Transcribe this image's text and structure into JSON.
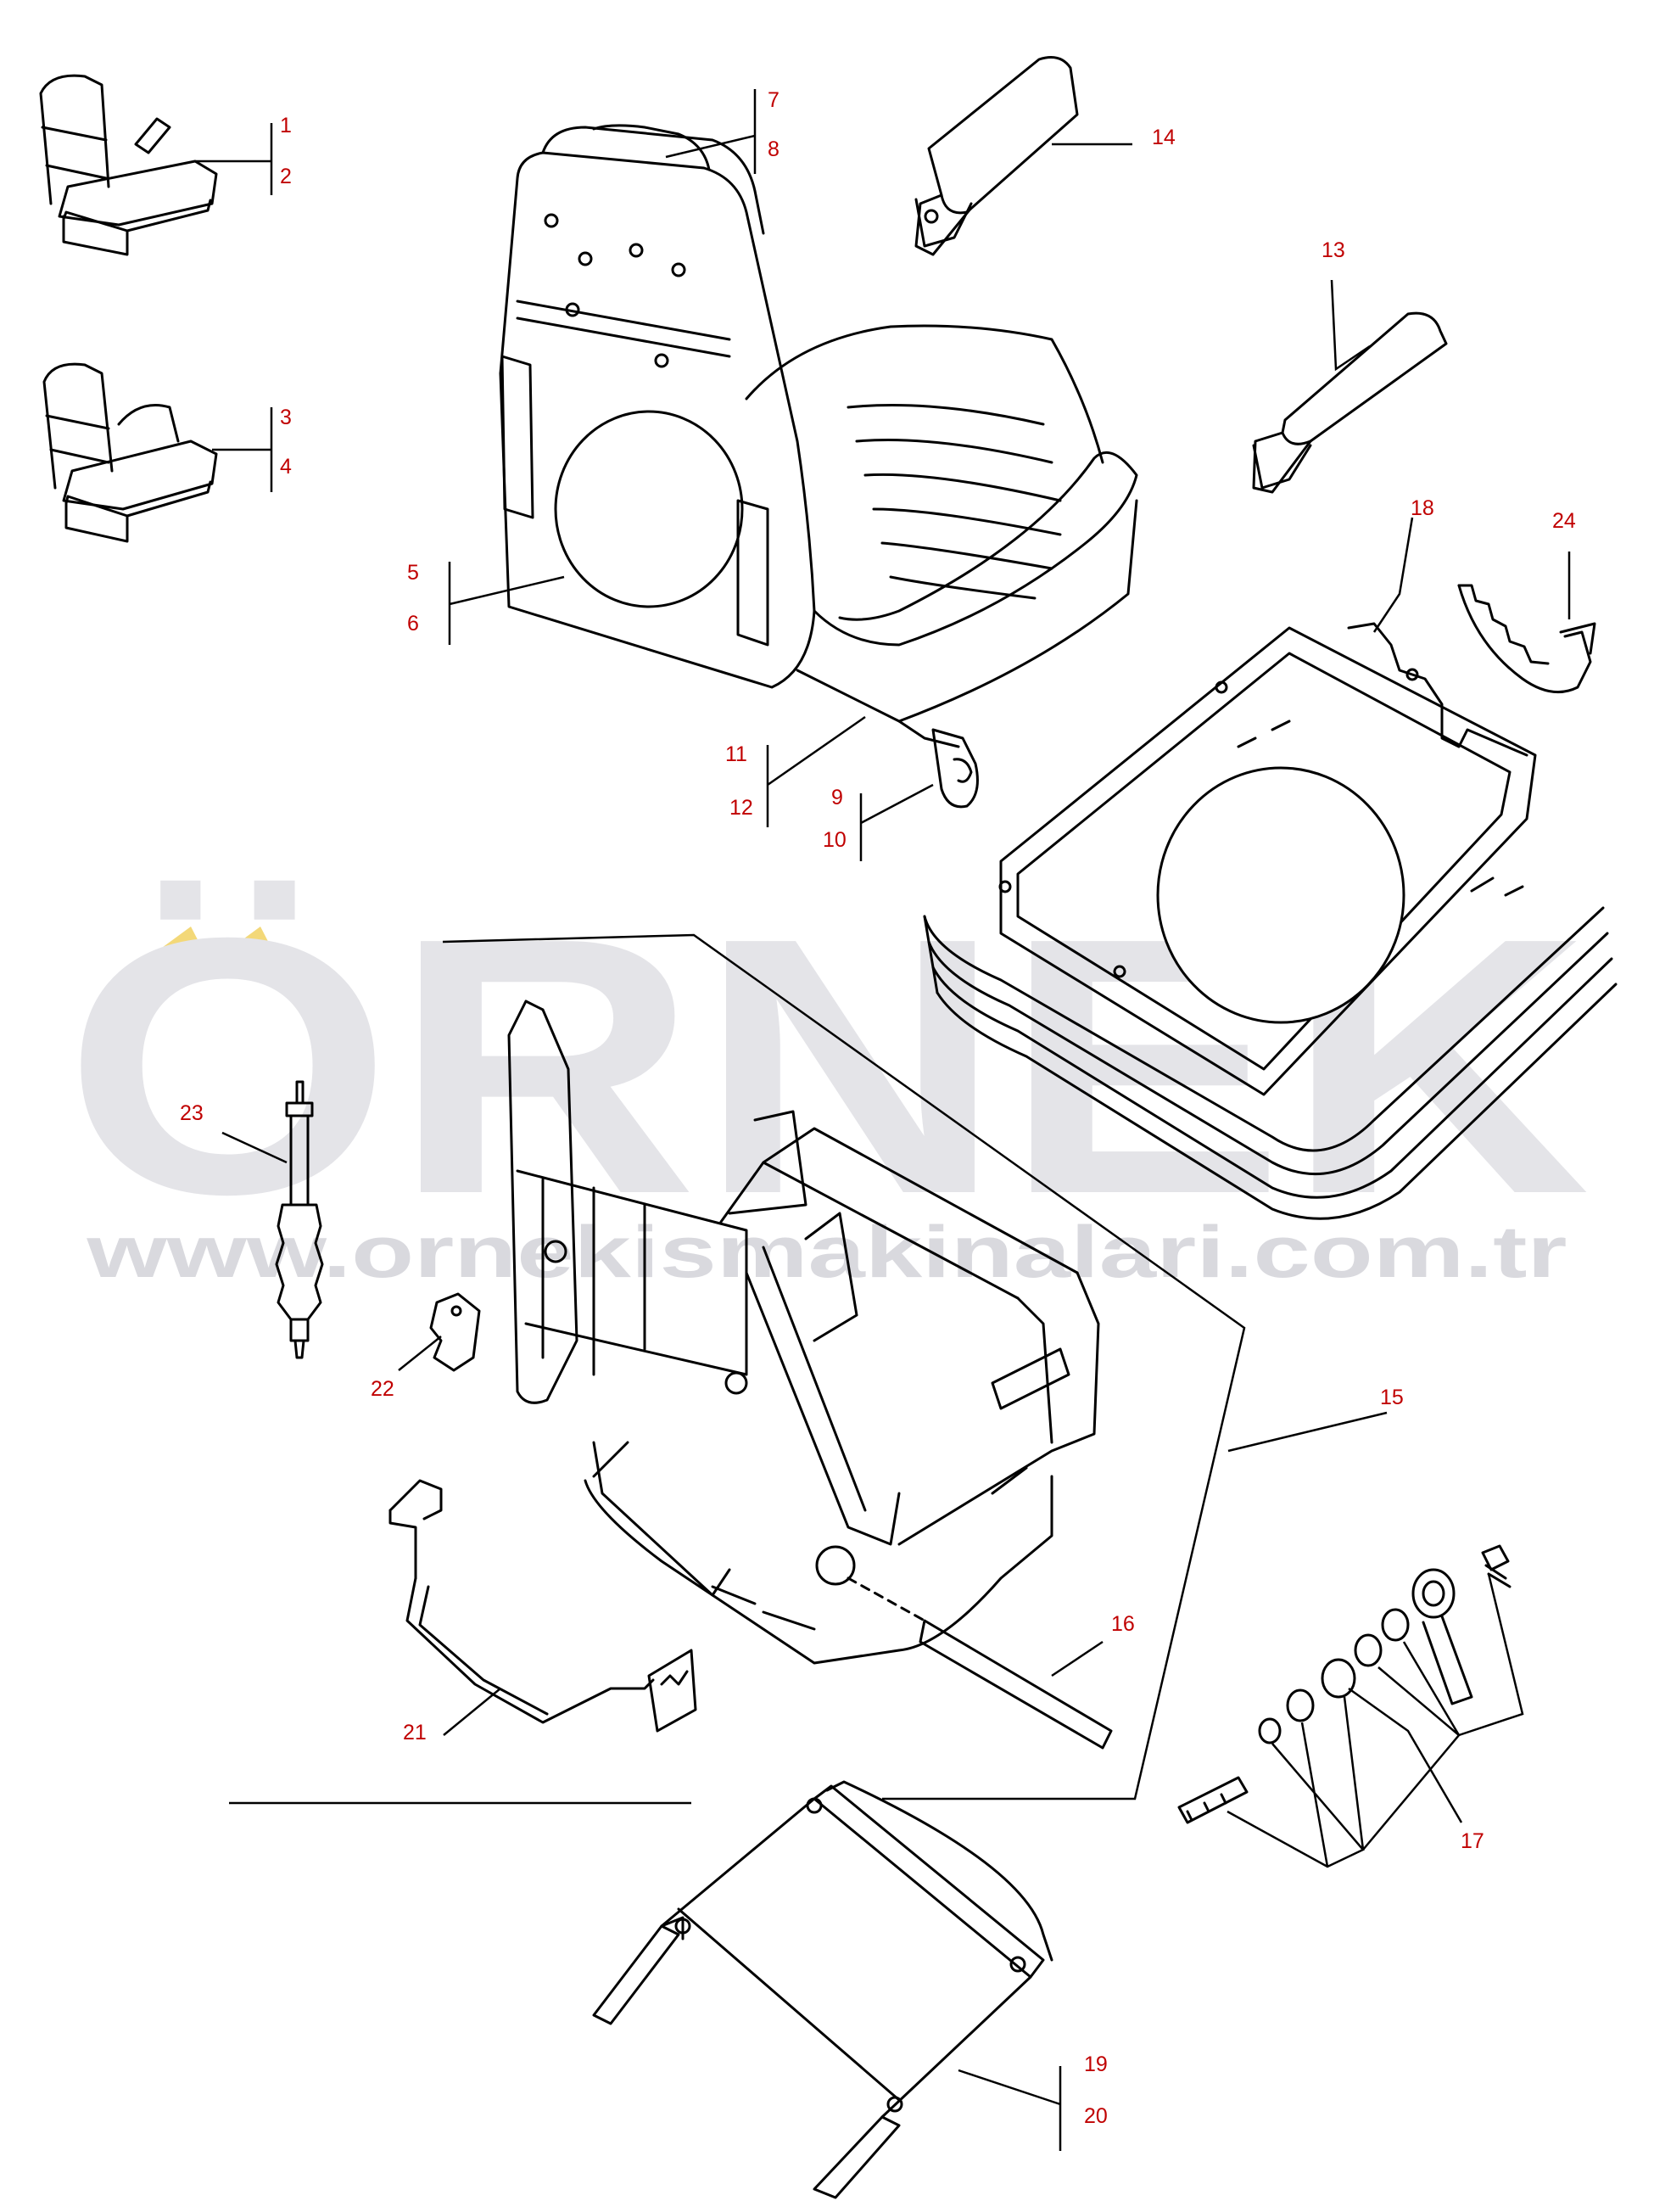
{
  "watermark": {
    "brand": "ÖRNEK",
    "url": "www.ornekismakinalari.com.tr",
    "color": "#e4e4e8",
    "accent": "#f3d878"
  },
  "callout_color": "#c00000",
  "callouts": [
    "1",
    "2",
    "3",
    "4",
    "5",
    "6",
    "7",
    "8",
    "9",
    "10",
    "11",
    "12",
    "13",
    "14",
    "15",
    "16",
    "17",
    "18",
    "19",
    "20",
    "21",
    "22",
    "23",
    "24"
  ]
}
